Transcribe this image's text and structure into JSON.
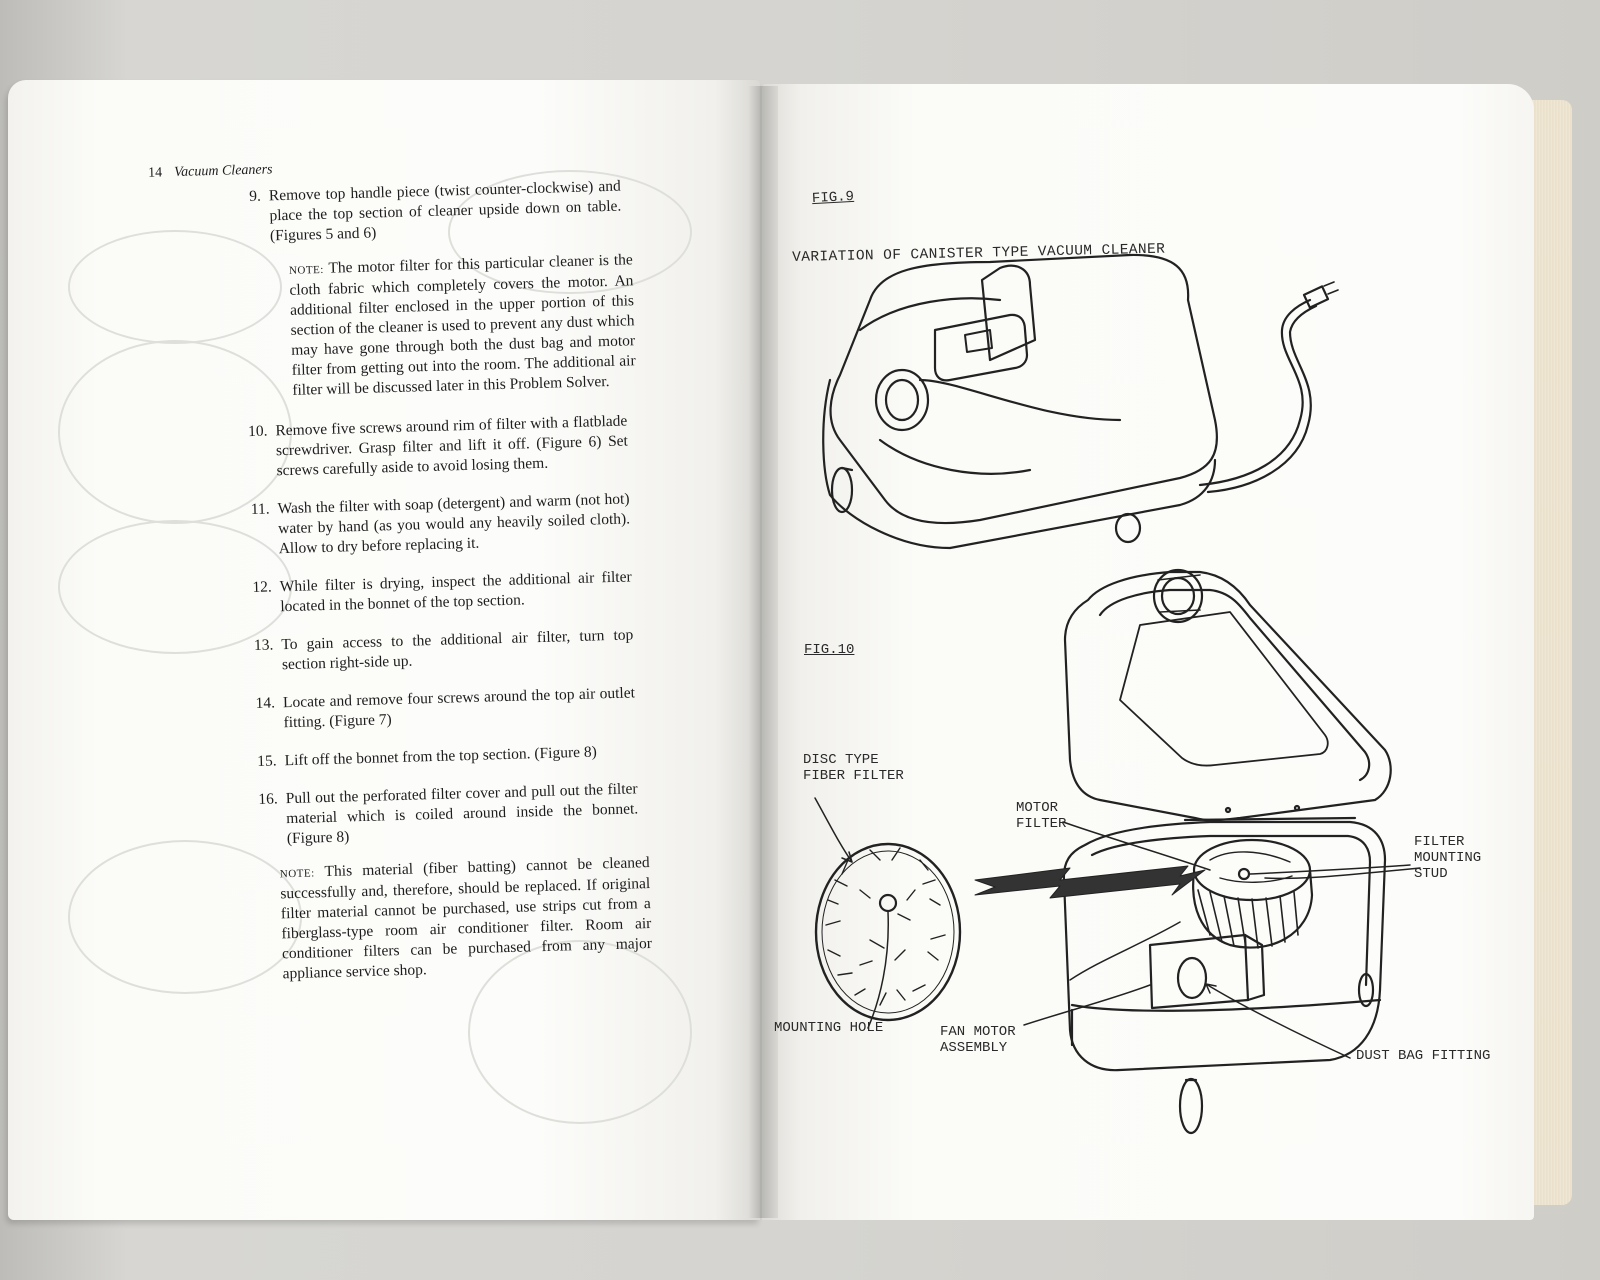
{
  "left_page": {
    "running_head": {
      "page_number": "14",
      "title": "Vacuum Cleaners"
    },
    "steps": [
      {
        "num": "9.",
        "text": "Remove top handle piece (twist counter-clockwise) and place the top section of cleaner upside down on table. (Figures 5 and 6)"
      },
      {
        "num": "10.",
        "text": "Remove five screws around rim of filter with a flatblade screwdriver. Grasp filter and lift it off. (Figure 6) Set screws carefully aside to avoid losing them."
      },
      {
        "num": "11.",
        "text": "Wash the filter with soap (detergent) and warm (not hot) water by hand (as you would any heavily soiled cloth). Allow to dry before replacing it."
      },
      {
        "num": "12.",
        "text": "While filter is drying, inspect the additional air filter located in the bonnet of the top section."
      },
      {
        "num": "13.",
        "text": "To gain access to the additional air filter, turn top section right-side up."
      },
      {
        "num": "14.",
        "text": "Locate and remove four screws around the top air outlet fitting. (Figure 7)"
      },
      {
        "num": "15.",
        "text": "Lift off the bonnet from the top section. (Figure 8)"
      },
      {
        "num": "16.",
        "text": "Pull out the perforated filter cover and pull out the filter material which is coiled around inside the bonnet. (Figure 8)"
      }
    ],
    "note1": {
      "label": "NOTE:",
      "text": "The motor filter for this particular cleaner is the cloth fabric which completely covers the motor. An additional filter enclosed in the upper portion of this section of the cleaner is used to prevent any dust which may have gone through both the dust bag and motor filter from getting out into the room. The additional air filter will be discussed later in this Problem Solver."
    },
    "note2": {
      "label": "NOTE:",
      "text": "This material (fiber batting) cannot be cleaned successfully and, therefore, should be replaced. If original filter material cannot be purchased, use strips cut from a fiberglass-type room air conditioner filter. Room air conditioner filters can be purchased from any major appliance service shop."
    }
  },
  "right_page": {
    "fig9": {
      "label": "FIG.9",
      "title": "VARIATION OF CANISTER TYPE VACUUM CLEANER"
    },
    "fig10": {
      "label": "FIG.10",
      "callouts": {
        "disc_filter": [
          "DISC TYPE",
          "FIBER FILTER"
        ],
        "motor_filter": [
          "MOTOR",
          "FILTER"
        ],
        "mounting_stud": [
          "FILTER",
          "MOUNTING",
          "STUD"
        ],
        "mounting_hole": "MOUNTING HOLE",
        "fan_motor": [
          "FAN MOTOR",
          "ASSEMBLY"
        ],
        "dust_bag": "DUST BAG FITTING"
      }
    }
  }
}
